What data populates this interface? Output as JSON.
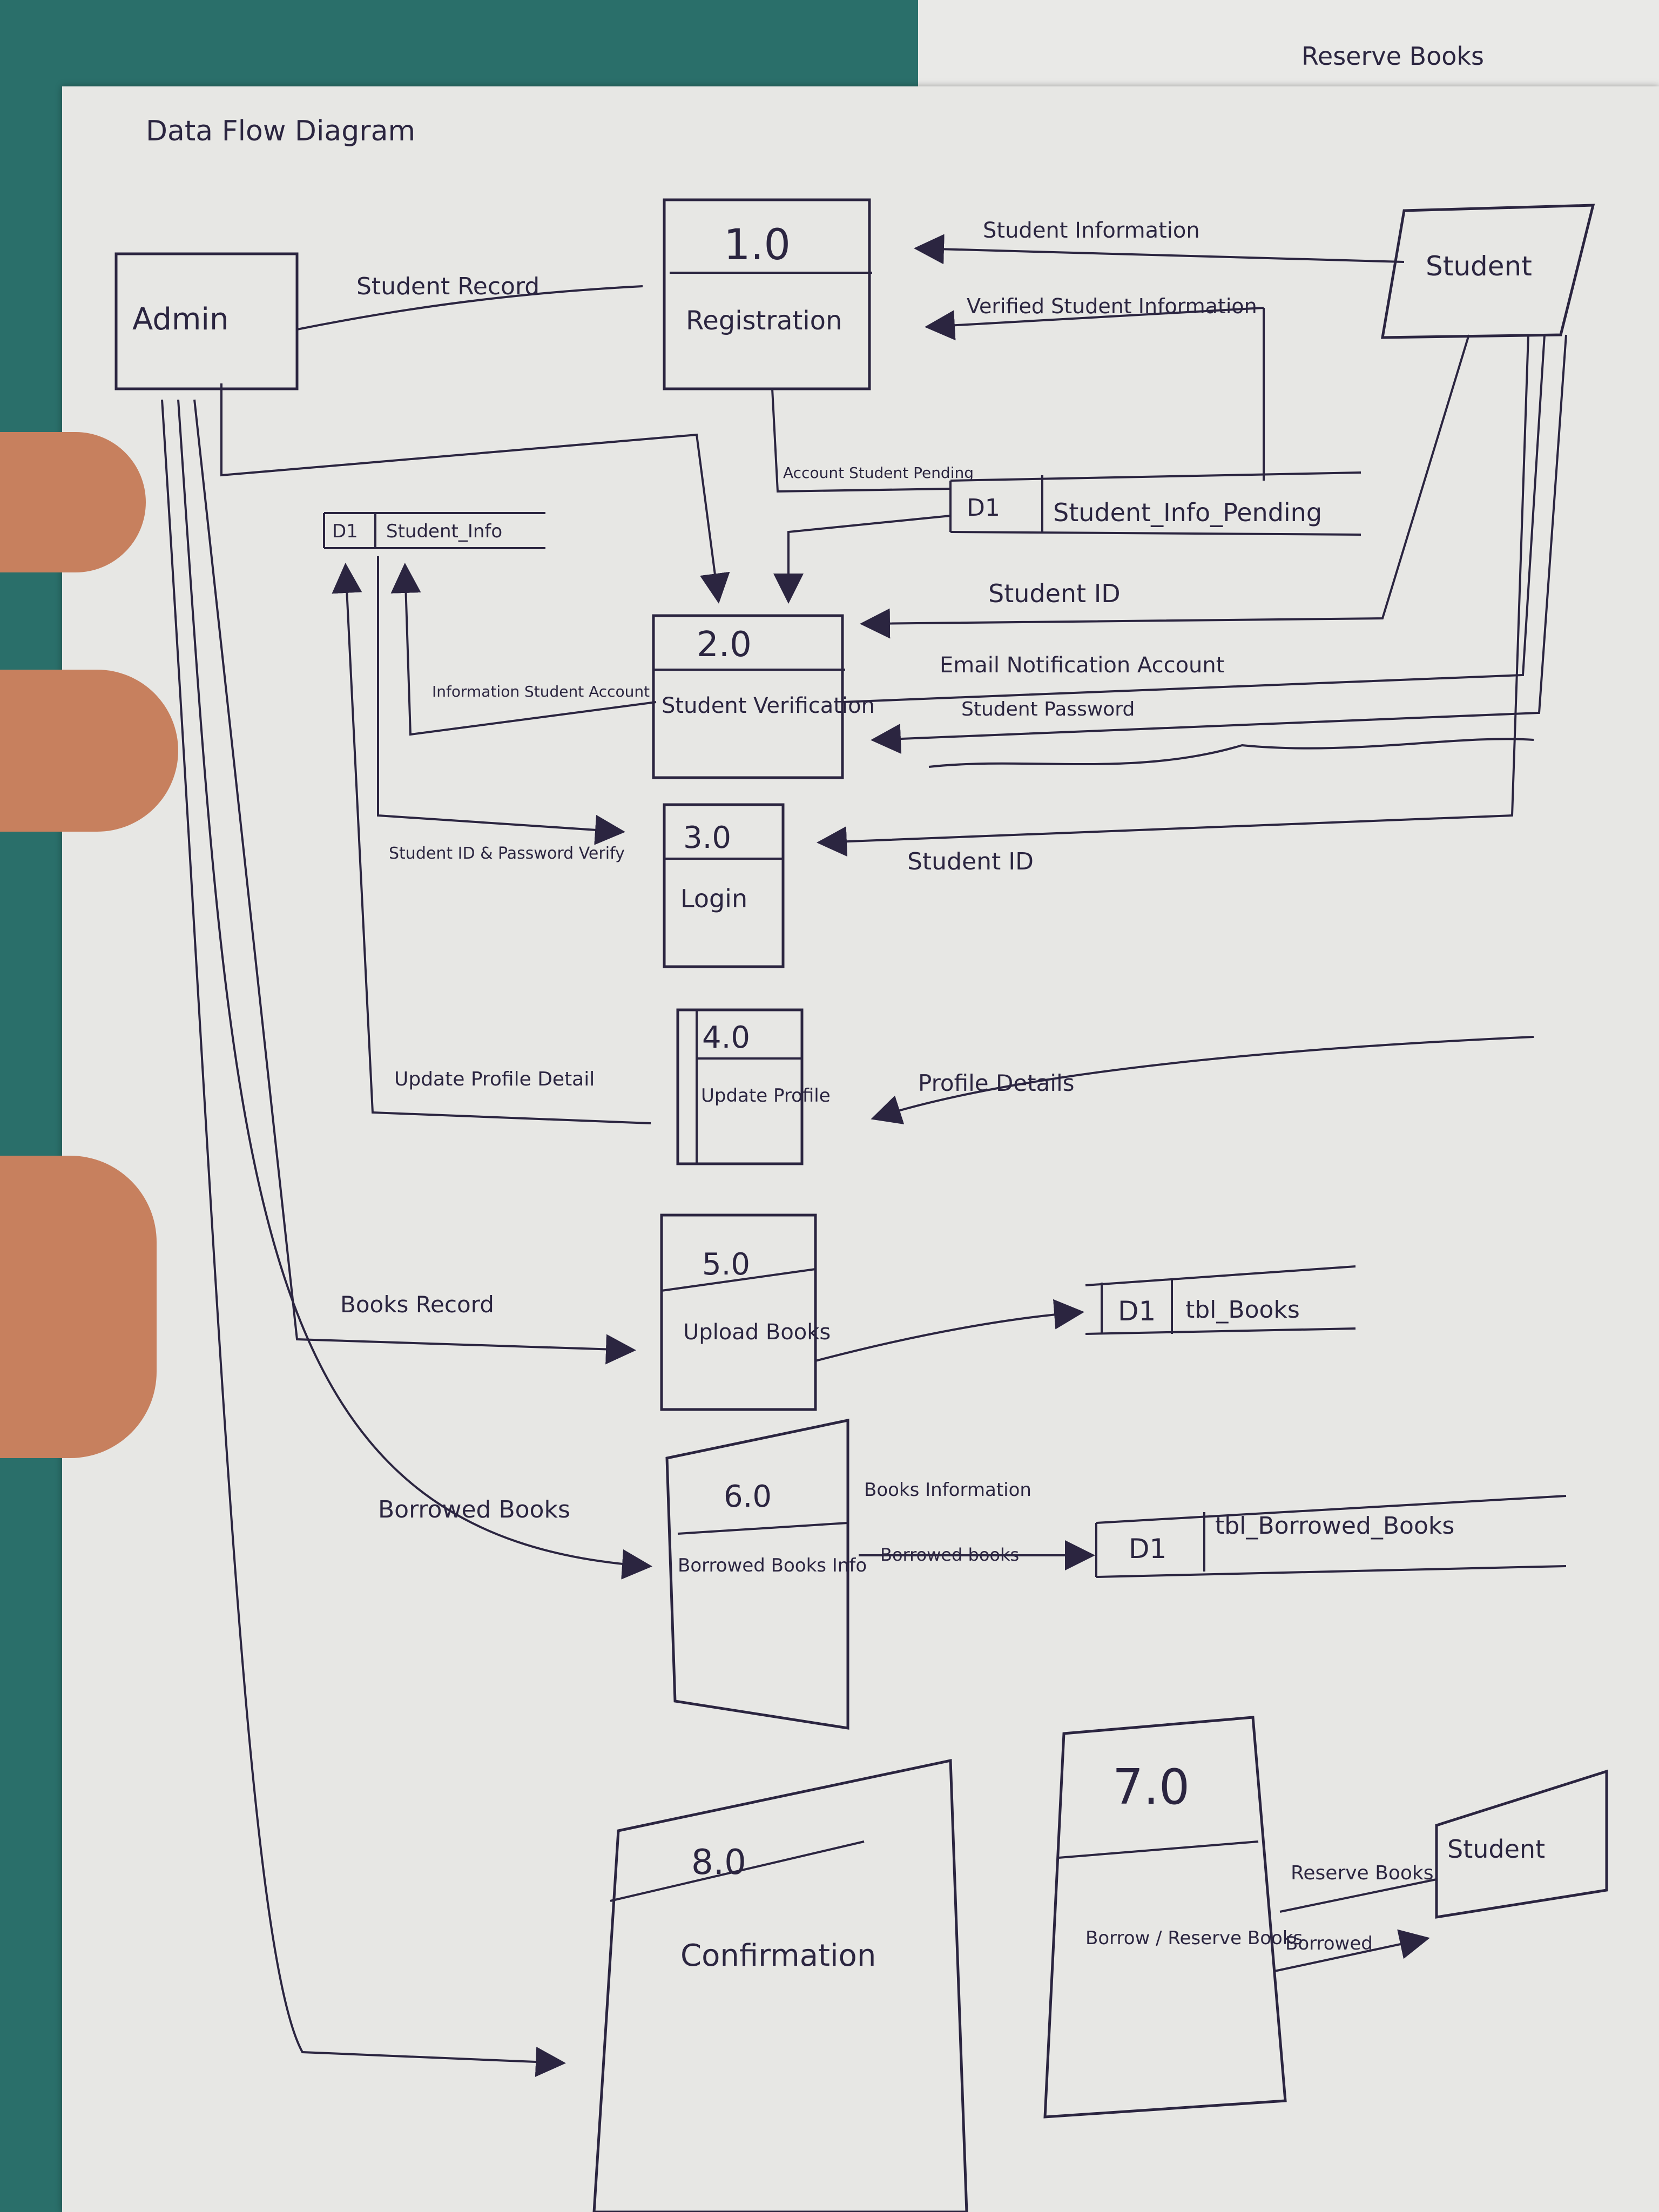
{
  "page": {
    "title": "Data Flow Diagram"
  },
  "entities": {
    "admin": "Admin",
    "student_top": "Student",
    "student_bottom": "Student"
  },
  "processes": [
    {
      "id": "1.0",
      "name": "Registration"
    },
    {
      "id": "2.0",
      "name": "Student Verification"
    },
    {
      "id": "3.0",
      "name": "Login"
    },
    {
      "id": "4.0",
      "name": "Update Profile"
    },
    {
      "id": "5.0",
      "name": "Upload Books"
    },
    {
      "id": "6.0",
      "name": "Borrowed Books Info"
    },
    {
      "id": "7.0",
      "name": "Borrow / Reserve Books"
    },
    {
      "id": "8.0",
      "name": "Confirmation"
    }
  ],
  "datastores": [
    {
      "id": "D1",
      "name": "Student_Info"
    },
    {
      "id": "D1",
      "name": "Student_Info_Pending"
    },
    {
      "id": "D1",
      "name": "tbl_Books"
    },
    {
      "id": "D1",
      "name": "tbl_Borrowed_Books"
    }
  ],
  "flows": {
    "student_record": "Student Record",
    "student_information": "Student Information",
    "verified_student_information": "Verified Student Information",
    "account_student_pending": "Account Student Pending",
    "student_id": "Student ID",
    "email_notification_account": "Email Notification Account",
    "student_password": "Student Password",
    "information_student_account": "Information Student Account",
    "student_id_password_verify": "Student ID & Password Verify",
    "student_id_2": "Student ID",
    "update_profile_detail": "Update Profile Detail",
    "profile_details": "Profile Details",
    "books_record": "Books Record",
    "borrowed_books": "Borrowed Books",
    "books_information": "Books Information",
    "borrowed_books_2": "Borrowed books",
    "reserve_books": "Reserve Books",
    "borrowed": "Borrowed",
    "top_reserve_books": "Reserve Books"
  },
  "colors": {
    "ink": "#2b2540",
    "pencil": "#8a8a90",
    "paper": "#e7e7e4",
    "background": "#2a6f6a",
    "skin": "#c7805e"
  }
}
